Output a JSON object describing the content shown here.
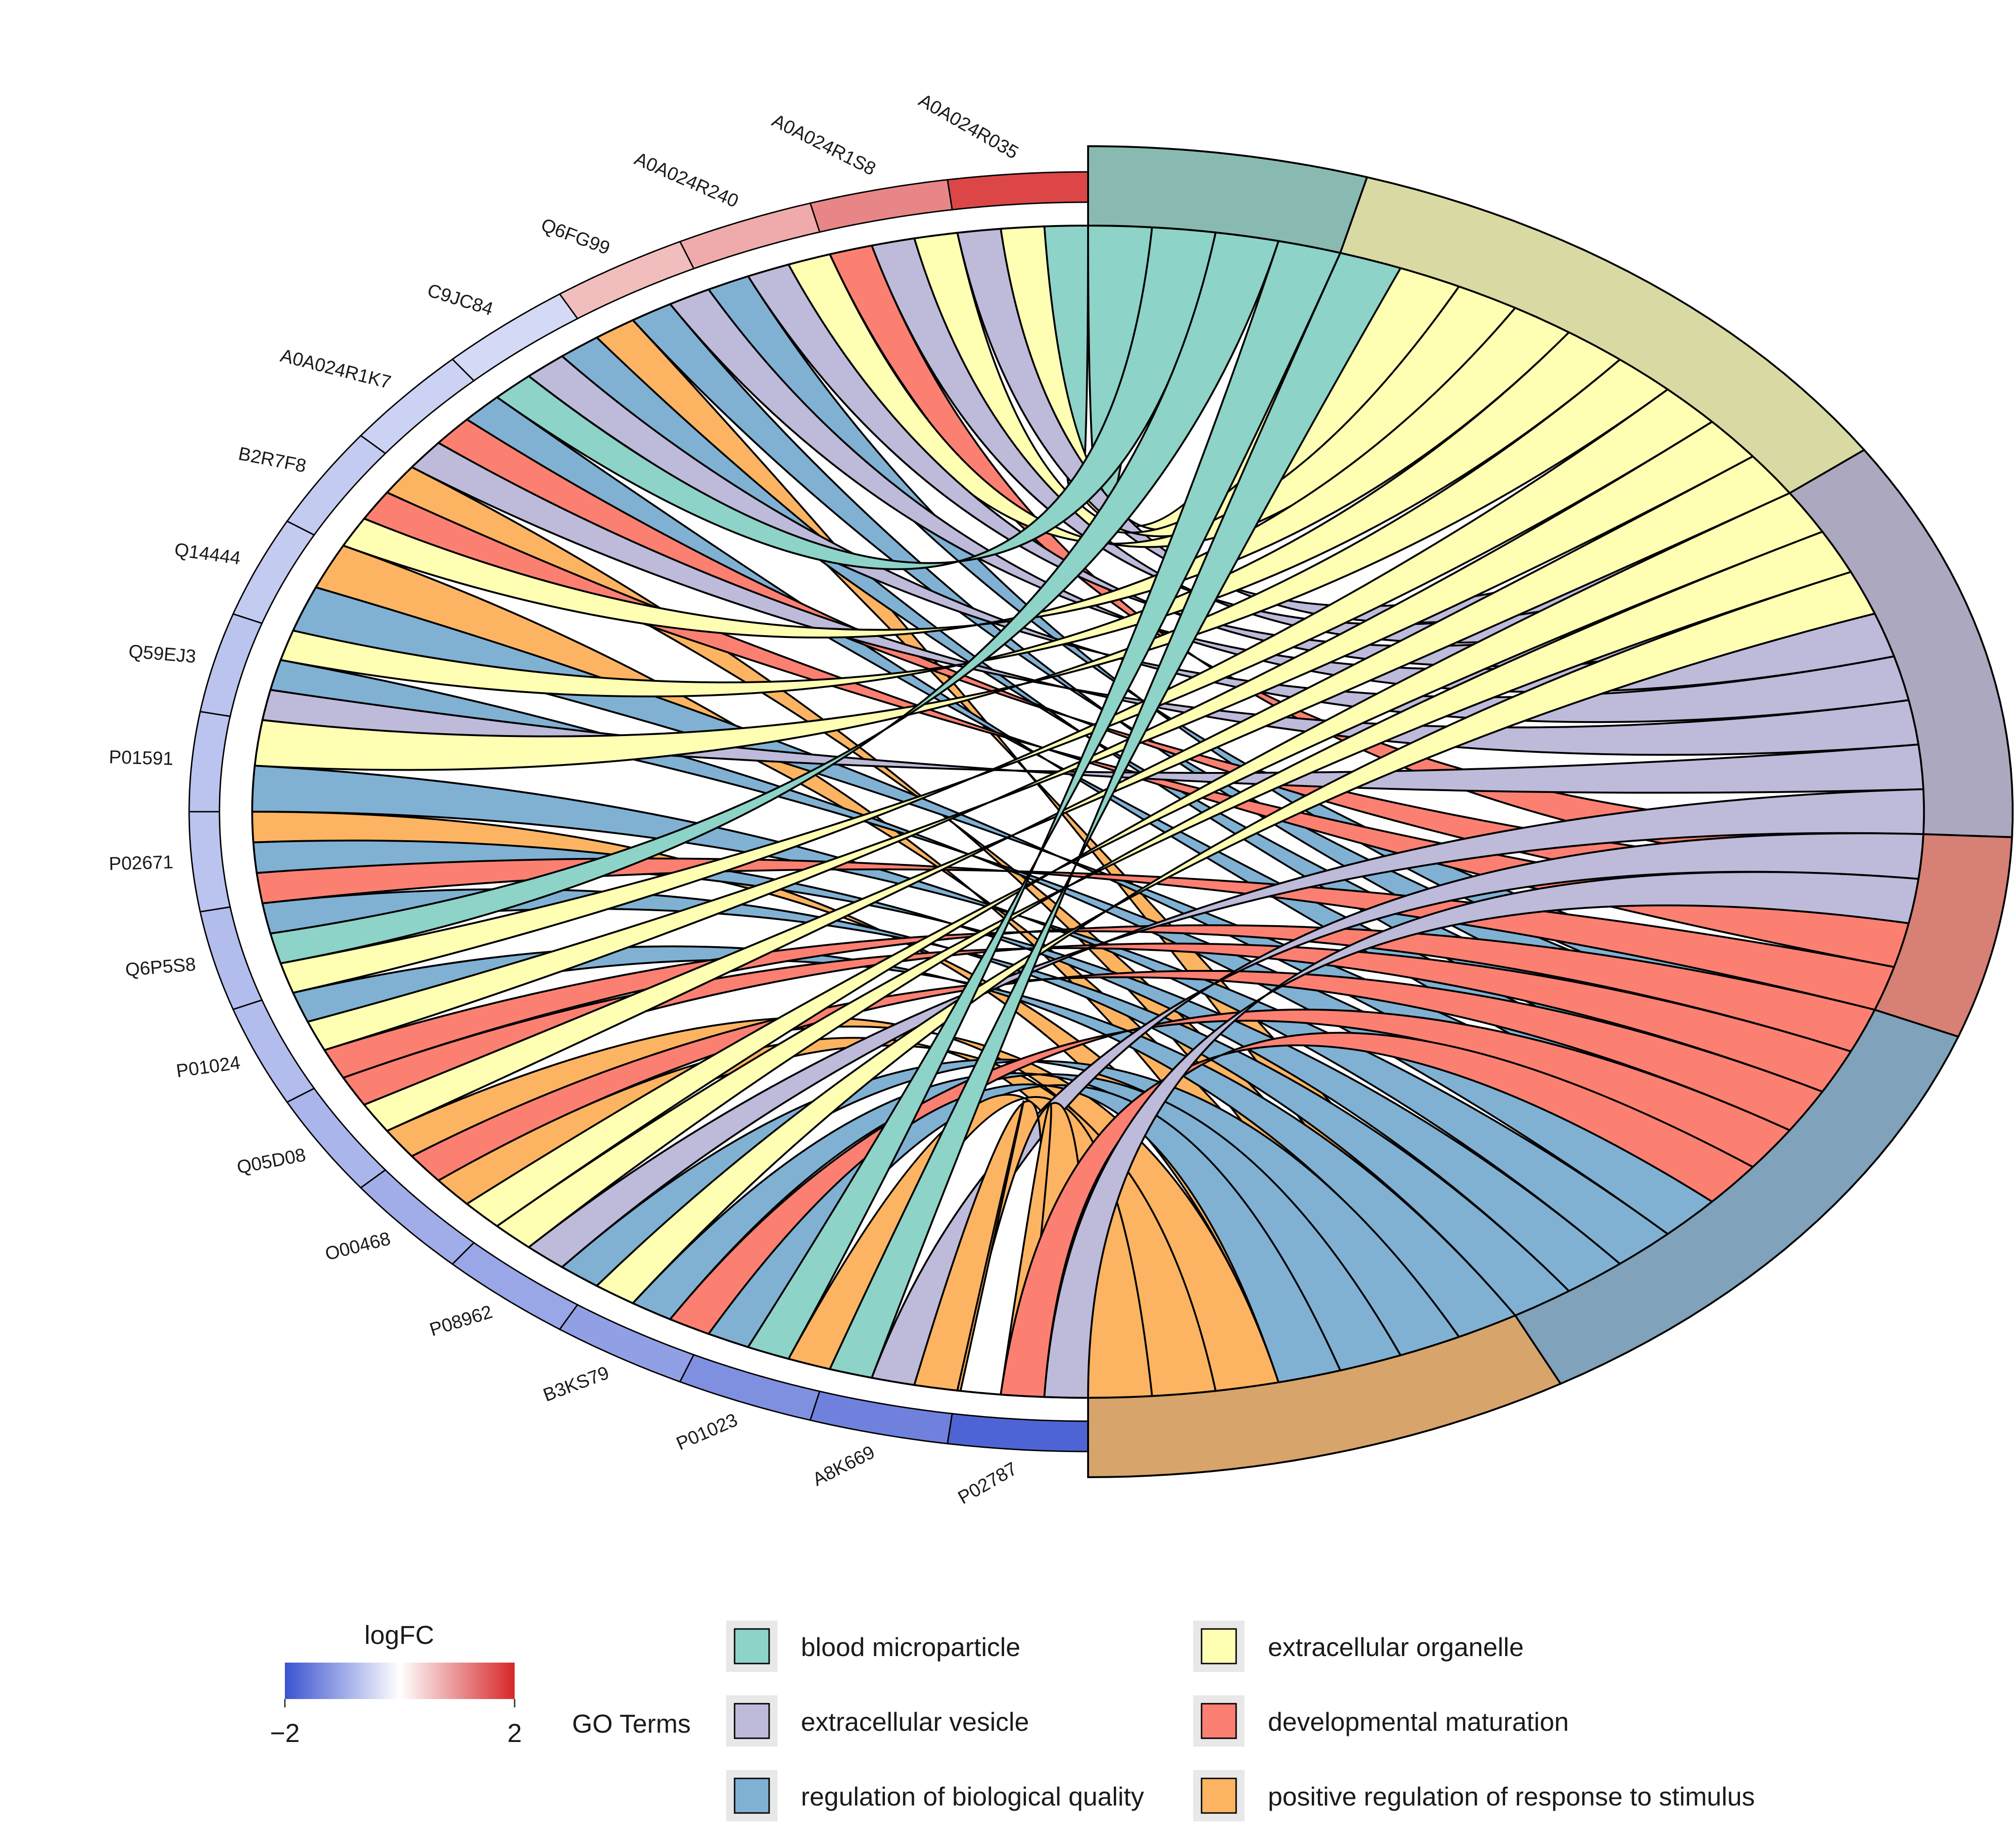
{
  "chart_data": {
    "type": "chord",
    "genes": [
      {
        "id": "A0A024R035",
        "logFC": 1.9,
        "terms": [
          0,
          1,
          2
        ]
      },
      {
        "id": "A0A024R1S8",
        "logFC": 1.2,
        "terms": [
          1,
          2,
          3
        ]
      },
      {
        "id": "A0A024R240",
        "logFC": 0.8,
        "terms": [
          1,
          2,
          4
        ]
      },
      {
        "id": "Q6FG99",
        "logFC": 0.6,
        "terms": [
          2,
          4,
          5
        ]
      },
      {
        "id": "C9JC84",
        "logFC": -0.4,
        "terms": [
          4,
          2,
          0
        ]
      },
      {
        "id": "A0A024R1K7",
        "logFC": -0.5,
        "terms": [
          4,
          3,
          2
        ]
      },
      {
        "id": "B2R7F8",
        "logFC": -0.6,
        "terms": [
          5,
          3,
          1
        ]
      },
      {
        "id": "Q14444",
        "logFC": -0.6,
        "terms": [
          5,
          4
        ]
      },
      {
        "id": "Q59EJ3",
        "logFC": -0.7,
        "terms": [
          1,
          4,
          2
        ]
      },
      {
        "id": "P01591",
        "logFC": -0.7,
        "terms": [
          1,
          4
        ]
      },
      {
        "id": "P02671",
        "logFC": -0.7,
        "terms": [
          5,
          4,
          3
        ]
      },
      {
        "id": "Q6P5S8",
        "logFC": -0.8,
        "terms": [
          4,
          0,
          1
        ]
      },
      {
        "id": "P01024",
        "logFC": -0.8,
        "terms": [
          4,
          1,
          3
        ]
      },
      {
        "id": "Q05D08",
        "logFC": -0.9,
        "terms": [
          3,
          1,
          5
        ]
      },
      {
        "id": "O00468",
        "logFC": -1.0,
        "terms": [
          3,
          5,
          1
        ]
      },
      {
        "id": "P08962",
        "logFC": -1.1,
        "terms": [
          1,
          2,
          4
        ]
      },
      {
        "id": "B3KS79",
        "logFC": -1.2,
        "terms": [
          1,
          4,
          3
        ]
      },
      {
        "id": "P01023",
        "logFC": -1.4,
        "terms": [
          4,
          0,
          5
        ]
      },
      {
        "id": "A8K669",
        "logFC": -1.6,
        "terms": [
          0,
          2,
          5
        ]
      },
      {
        "id": "P02787",
        "logFC": -2.0,
        "terms": [
          5,
          3,
          2
        ]
      }
    ],
    "terms": [
      {
        "name": "blood microparticle",
        "color": "#8dd3c7"
      },
      {
        "name": "extracellular organelle",
        "color": "#ffffb3"
      },
      {
        "name": "extracellular vesicle",
        "color": "#bebada"
      },
      {
        "name": "developmental maturation",
        "color": "#fb8072"
      },
      {
        "name": "regulation of biological quality",
        "color": "#80b1d3"
      },
      {
        "name": "positive regulation of response to stimulus",
        "color": "#fdb462"
      }
    ],
    "term_block_order": [
      0,
      1,
      2,
      3,
      4,
      5
    ],
    "term_block_sizes": [
      4,
      9,
      8,
      4,
      9,
      7
    ]
  },
  "legend": {
    "logfc_title": "logFC",
    "logfc_min_label": "−2",
    "logfc_max_label": "2",
    "logfc_low_color": "#3a53d0",
    "logfc_mid_color": "#ffffff",
    "logfc_high_color": "#d62728",
    "go_terms_title": "GO Terms"
  }
}
